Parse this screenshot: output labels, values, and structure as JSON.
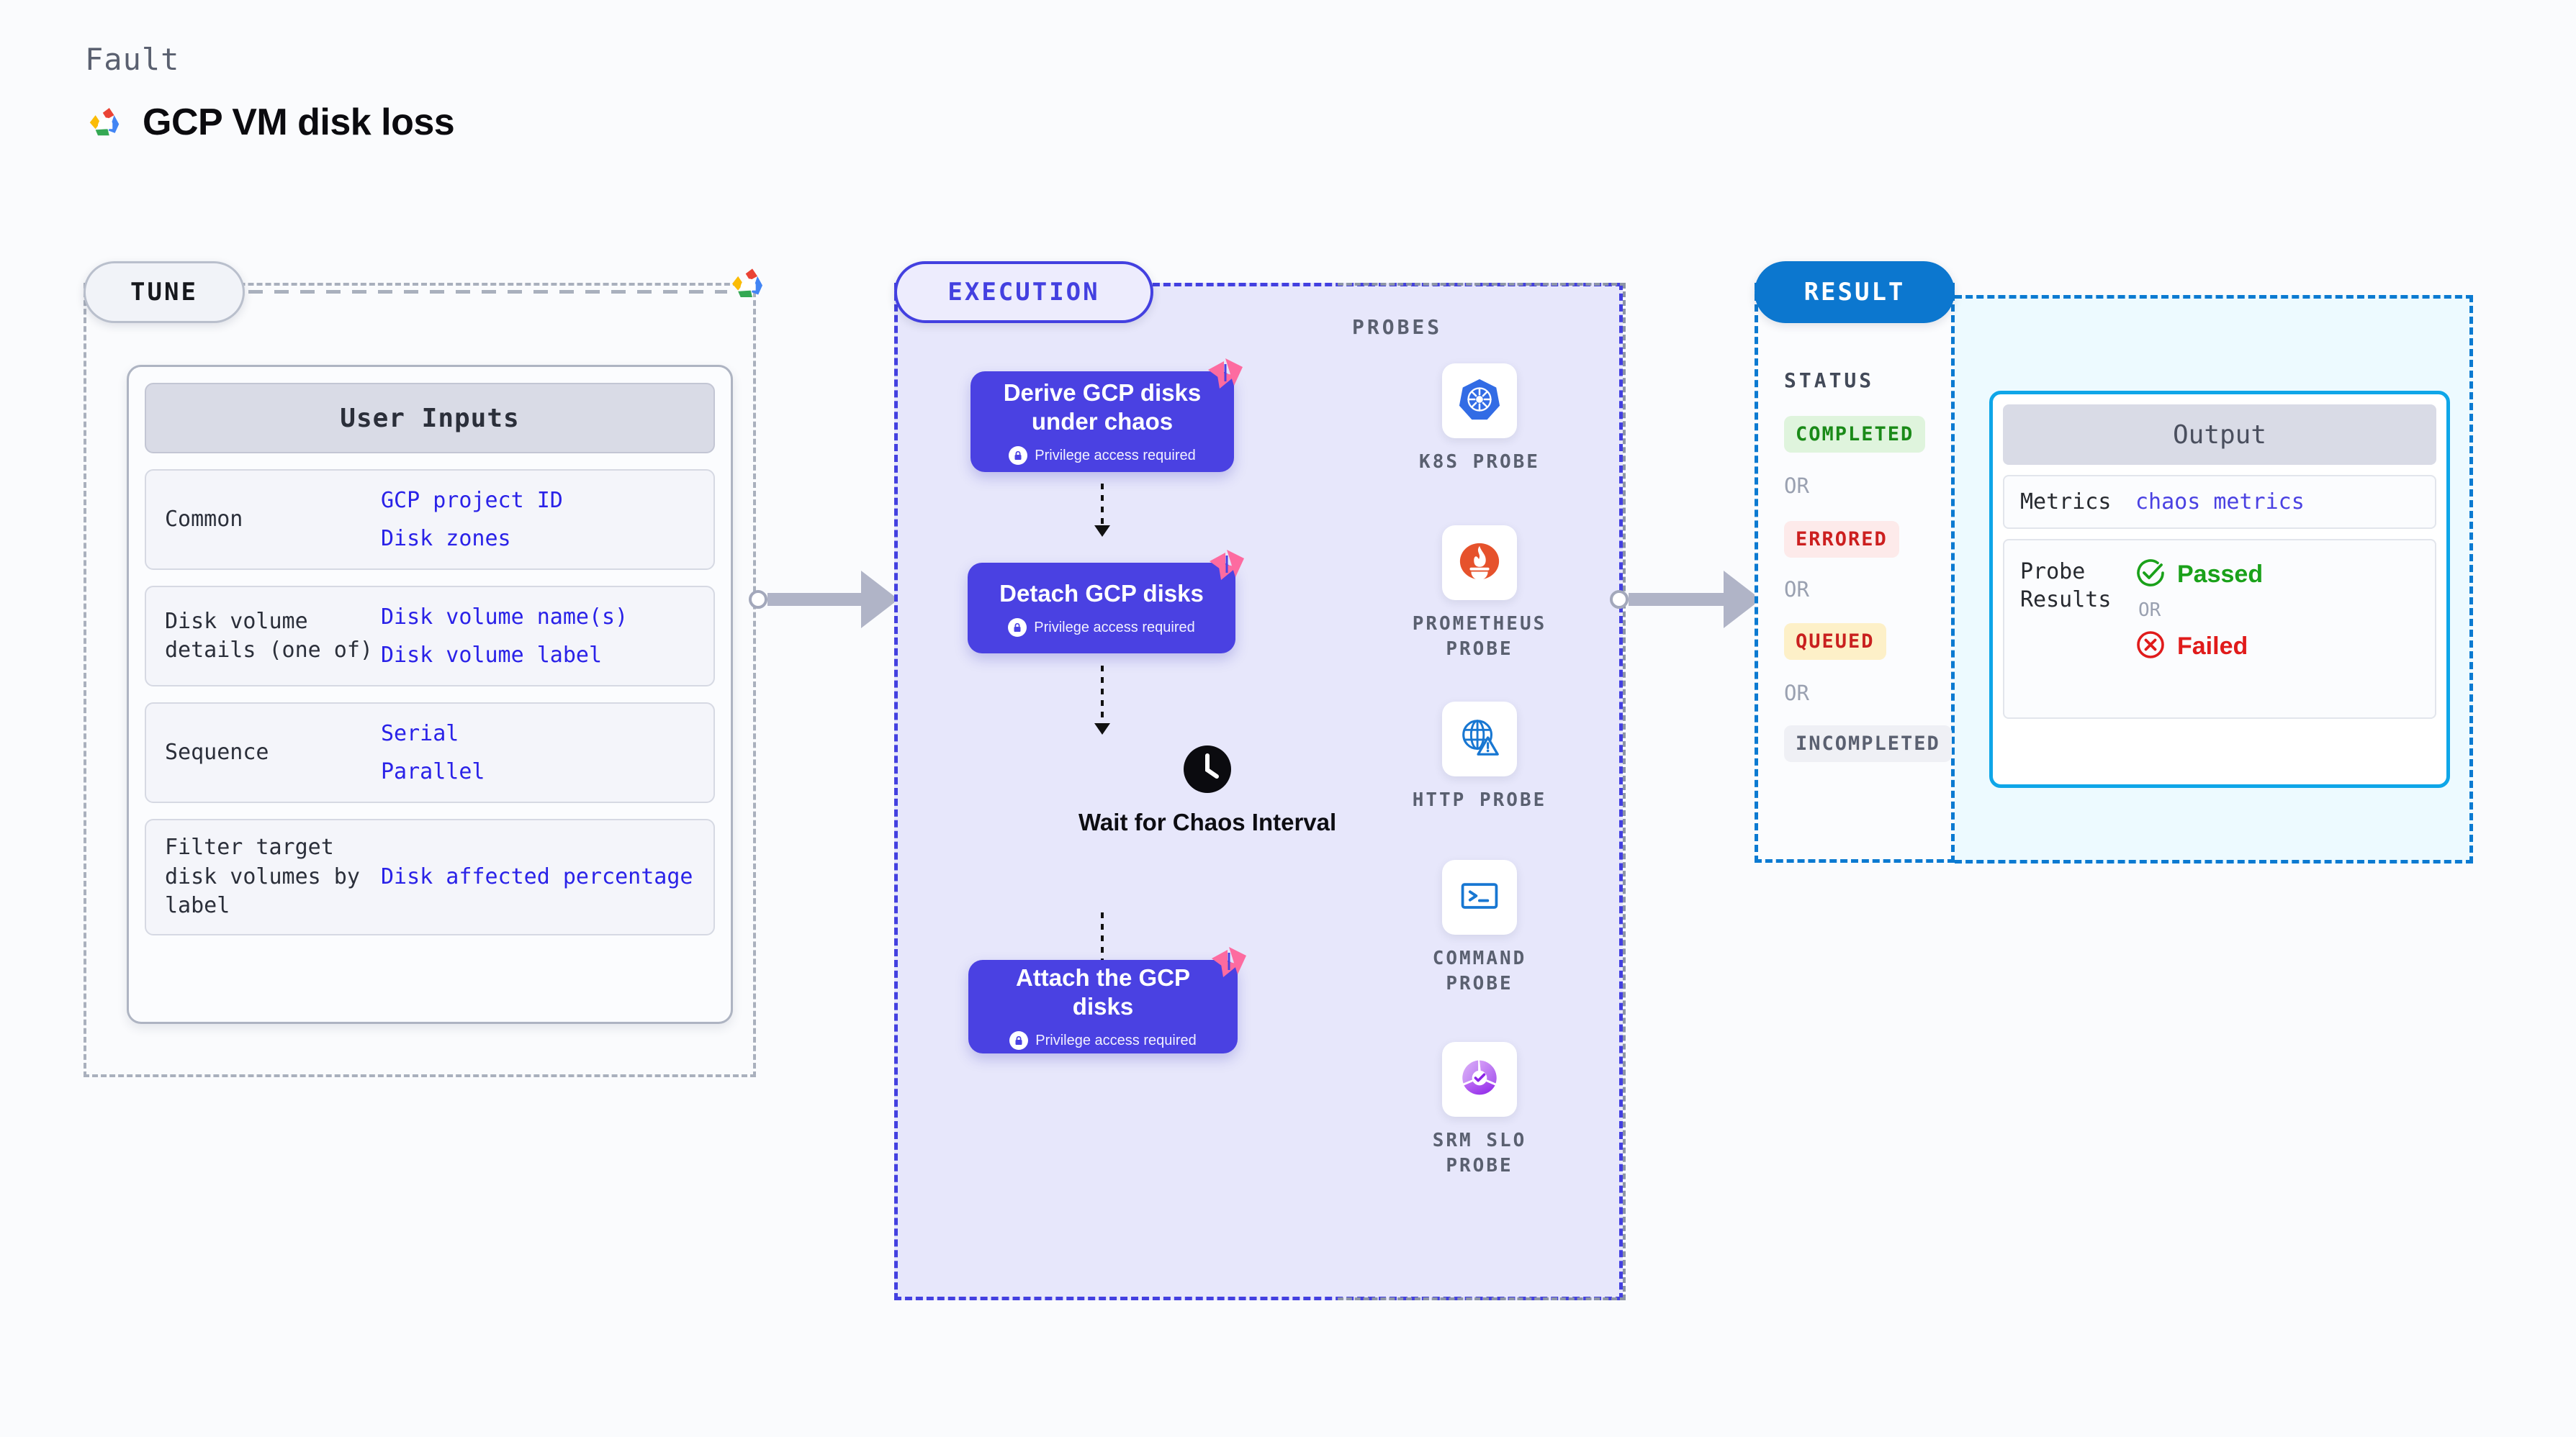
{
  "header": {
    "eyebrow": "Fault",
    "title": "GCP VM disk loss",
    "logo_icon": "gcp-logo-icon"
  },
  "tune": {
    "badge": "TUNE",
    "provider_icon": "gcp-logo-icon",
    "user_inputs": {
      "header": "User Inputs",
      "rows": [
        {
          "label": "Common",
          "values": [
            "GCP project ID",
            "Disk zones"
          ]
        },
        {
          "label": "Disk volume details (one of)",
          "values": [
            "Disk volume name(s)",
            "Disk volume label"
          ]
        },
        {
          "label": "Sequence",
          "values": [
            "Serial",
            "Parallel"
          ]
        },
        {
          "label": "Filter target disk volumes by label",
          "values": [
            "Disk affected percentage"
          ]
        }
      ]
    }
  },
  "execution": {
    "badge": "EXECUTION",
    "privilege_note": "Privilege access required",
    "nodes": [
      {
        "title": "Derive GCP disks under chaos",
        "privilege": true,
        "flag_icon": "chaos-flag-icon"
      },
      {
        "title": "Detach GCP disks",
        "privilege": true,
        "flag_icon": "chaos-flag-icon"
      }
    ],
    "wait": {
      "label": "Wait for Chaos Interval",
      "icon": "clock-icon"
    },
    "final_node": {
      "title": "Attach the GCP disks",
      "privilege": true,
      "flag_icon": "chaos-flag-icon"
    }
  },
  "probes": {
    "label": "PROBES",
    "items": [
      {
        "name": "K8S PROBE",
        "icon": "kubernetes-icon"
      },
      {
        "name": "PROMETHEUS PROBE",
        "icon": "prometheus-icon"
      },
      {
        "name": "HTTP PROBE",
        "icon": "http-globe-warning-icon"
      },
      {
        "name": "COMMAND PROBE",
        "icon": "terminal-icon"
      },
      {
        "name": "SRM SLO PROBE",
        "icon": "srm-slo-icon"
      }
    ]
  },
  "result": {
    "badge": "RESULT",
    "status_label": "STATUS",
    "or_text": "OR",
    "statuses": [
      {
        "text": "COMPLETED",
        "bg": "#dff4dd",
        "fg": "#1a8a18"
      },
      {
        "text": "ERRORED",
        "bg": "#fdeaea",
        "fg": "#cc1f1f"
      },
      {
        "text": "QUEUED",
        "bg": "#fdf0c8",
        "fg": "#c9201f"
      },
      {
        "text": "INCOMPLETED",
        "bg": "#eff0f5",
        "fg": "#5a6070"
      }
    ]
  },
  "output": {
    "header": "Output",
    "metrics_label": "Metrics",
    "metrics_value": "chaos metrics",
    "probe_results_label": "Probe Results",
    "passed": "Passed",
    "failed": "Failed",
    "or_text": "OR",
    "passed_color": "#1aa11a",
    "failed_color": "#e01b1b"
  },
  "colors": {
    "accent_indigo": "#4a41e2",
    "accent_blue": "#0c77cf",
    "accent_cyan": "#0fa6e8",
    "chaos_pink": "#fd6ba0",
    "page_bg": "#fafbfd"
  }
}
